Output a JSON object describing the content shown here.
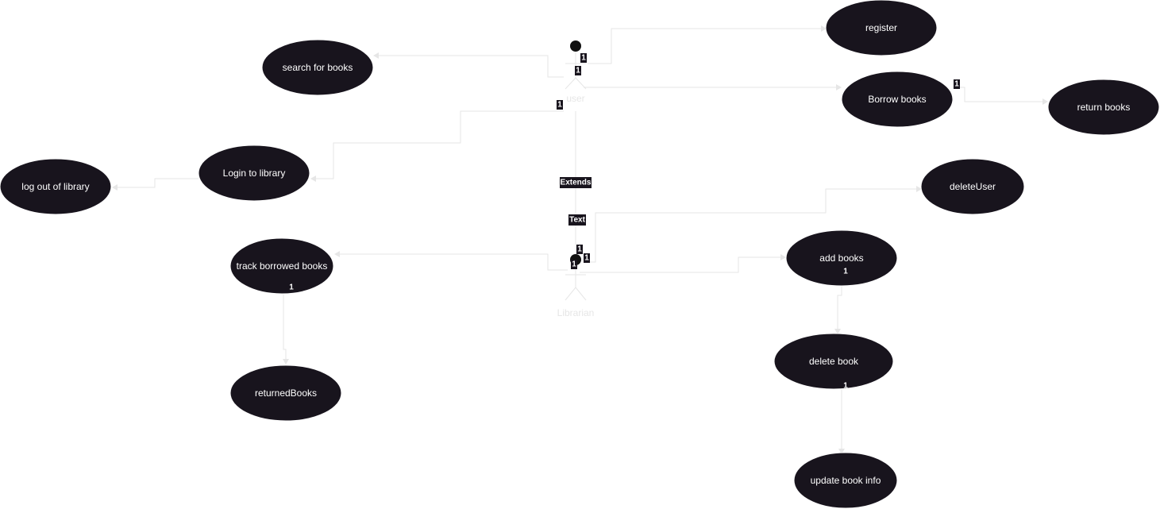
{
  "diagram": {
    "actors": {
      "user": {
        "name": "user"
      },
      "librarian": {
        "name": "Librarian"
      }
    },
    "use_cases": {
      "register": "register",
      "search": "search for books",
      "borrow": "Borrow books",
      "return": "return books",
      "login": "Login to library",
      "logout": "log out of library",
      "delete_user": "deleteUser",
      "track": "track borrowed books",
      "add_books": "add books",
      "returned_books": "returnedBooks",
      "delete_book": "delete book",
      "update_book": "update book info"
    },
    "edge_labels": {
      "extends": "Extends",
      "text": "Text"
    },
    "multiplicity": "1"
  }
}
